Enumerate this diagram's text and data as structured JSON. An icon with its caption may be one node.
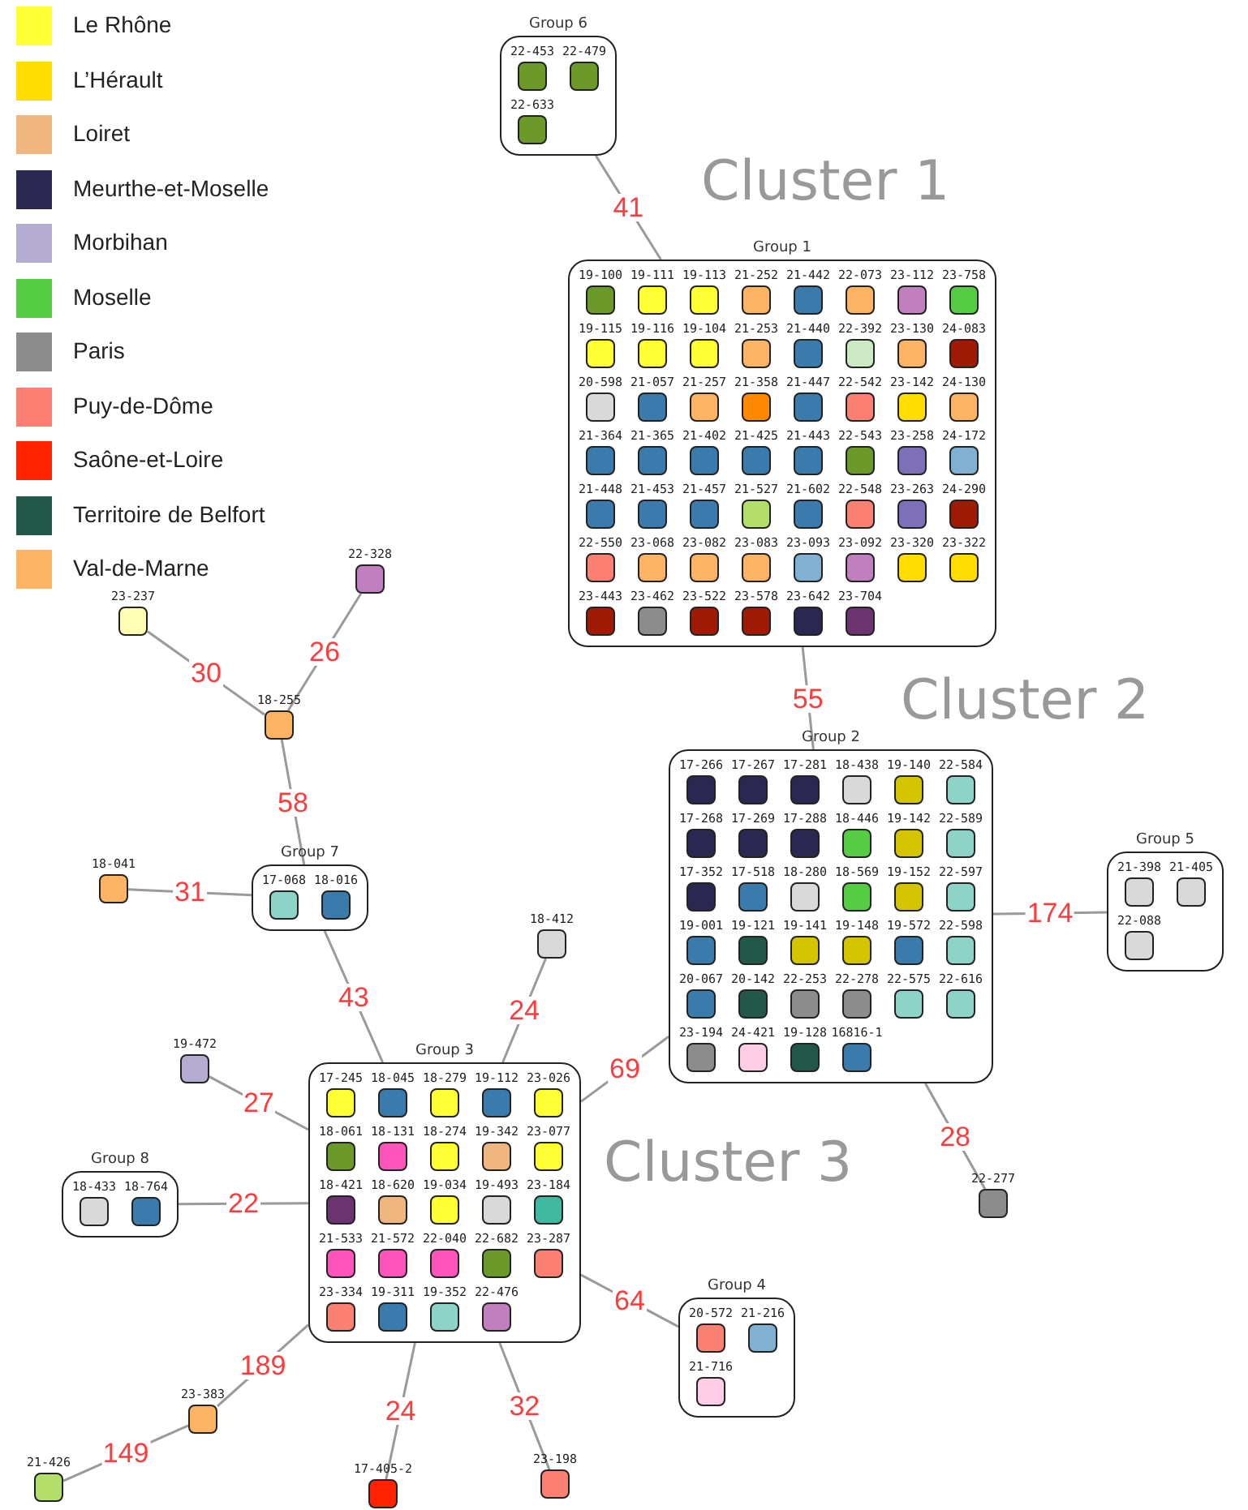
{
  "diagram": {
    "nodes": [
      {
        "text": [
          "Group 6"
        ]
      },
      {
        "text": [
          "22-453"
        ],
        "in": 0
      },
      {
        "text": [
          "22-479"
        ],
        "in": 0
      },
      {
        "text": [
          "22-633"
        ],
        "in": 0
      },
      {
        "text": [
          "Group 1"
        ]
      },
      {
        "text": [
          "19-100"
        ],
        "in": 4
      },
      {
        "text": [
          "19-111"
        ],
        "in": 4
      },
      {
        "text": [
          "19-113"
        ],
        "in": 4
      },
      {
        "text": [
          "21-252"
        ],
        "in": 4
      },
      {
        "text": [
          "21-442"
        ],
        "in": 4
      },
      {
        "text": [
          "22-073"
        ],
        "in": 4
      },
      {
        "text": [
          "23-112"
        ],
        "in": 4
      },
      {
        "text": [
          "23-758"
        ],
        "in": 4
      },
      {
        "text": [
          "19-115"
        ],
        "in": 4
      },
      {
        "text": [
          "19-116"
        ],
        "in": 4
      },
      {
        "text": [
          "19-104"
        ],
        "in": 4
      },
      {
        "text": [
          "21-253"
        ],
        "in": 4
      },
      {
        "text": [
          "21-440"
        ],
        "in": 4
      },
      {
        "text": [
          "22-392"
        ],
        "in": 4
      },
      {
        "text": [
          "23-130"
        ],
        "in": 4
      },
      {
        "text": [
          "24-083"
        ],
        "in": 4
      },
      {
        "text": [
          "20-598"
        ],
        "in": 4
      },
      {
        "text": [
          "21-057"
        ],
        "in": 4
      },
      {
        "text": [
          "21-257"
        ],
        "in": 4
      },
      {
        "text": [
          "21-358"
        ],
        "in": 4
      },
      {
        "text": [
          "21-447"
        ],
        "in": 4
      },
      {
        "text": [
          "22-542"
        ],
        "in": 4
      },
      {
        "text": [
          "23-142"
        ],
        "in": 4
      },
      {
        "text": [
          "24-130"
        ],
        "in": 4
      },
      {
        "text": [
          "21-364"
        ],
        "in": 4
      },
      {
        "text": [
          "21-365"
        ],
        "in": 4
      },
      {
        "text": [
          "21-402"
        ],
        "in": 4
      },
      {
        "text": [
          "21-425"
        ],
        "in": 4
      },
      {
        "text": [
          "21-443"
        ],
        "in": 4
      },
      {
        "text": [
          "22-543"
        ],
        "in": 4
      },
      {
        "text": [
          "23-258"
        ],
        "in": 4
      },
      {
        "text": [
          "24-172"
        ],
        "in": 4
      },
      {
        "text": [
          "21-448"
        ],
        "in": 4
      },
      {
        "text": [
          "21-453"
        ],
        "in": 4
      },
      {
        "text": [
          "21-457"
        ],
        "in": 4
      },
      {
        "text": [
          "21-527"
        ],
        "in": 4
      },
      {
        "text": [
          "21-602"
        ],
        "in": 4
      },
      {
        "text": [
          "22-548"
        ],
        "in": 4
      },
      {
        "text": [
          "23-263"
        ],
        "in": 4
      },
      {
        "text": [
          "24-290"
        ],
        "in": 4
      },
      {
        "text": [
          "22-550"
        ],
        "in": 4
      },
      {
        "text": [
          "23-068"
        ],
        "in": 4
      },
      {
        "text": [
          "23-082"
        ],
        "in": 4
      },
      {
        "text": [
          "23-083"
        ],
        "in": 4
      },
      {
        "text": [
          "23-093"
        ],
        "in": 4
      },
      {
        "text": [
          "23-092"
        ],
        "in": 4
      },
      {
        "text": [
          "23-320"
        ],
        "in": 4
      },
      {
        "text": [
          "23-322"
        ],
        "in": 4
      },
      {
        "text": [
          "23-443"
        ],
        "in": 4
      },
      {
        "text": [
          "23-462"
        ],
        "in": 4
      },
      {
        "text": [
          "23-522"
        ],
        "in": 4
      },
      {
        "text": [
          "23-578"
        ],
        "in": 4
      },
      {
        "text": [
          "23-642"
        ],
        "in": 4
      },
      {
        "text": [
          "23-704"
        ],
        "in": 4
      },
      {
        "text": [
          "22-328"
        ]
      },
      {
        "text": [
          "23-237"
        ]
      },
      {
        "text": [
          "18-255"
        ]
      },
      {
        "text": [
          "Group 2"
        ]
      },
      {
        "text": [
          "17-266"
        ],
        "in": 62
      },
      {
        "text": [
          "17-267"
        ],
        "in": 62
      },
      {
        "text": [
          "17-281"
        ],
        "in": 62
      },
      {
        "text": [
          "18-438"
        ],
        "in": 62
      },
      {
        "text": [
          "19-140"
        ],
        "in": 62
      },
      {
        "text": [
          "22-584"
        ],
        "in": 62
      },
      {
        "text": [
          "17-268"
        ],
        "in": 62
      },
      {
        "text": [
          "17-269"
        ],
        "in": 62
      },
      {
        "text": [
          "17-288"
        ],
        "in": 62
      },
      {
        "text": [
          "18-446"
        ],
        "in": 62
      },
      {
        "text": [
          "19-142"
        ],
        "in": 62
      },
      {
        "text": [
          "22-589"
        ],
        "in": 62
      },
      {
        "text": [
          "17-352"
        ],
        "in": 62
      },
      {
        "text": [
          "17-518"
        ],
        "in": 62
      },
      {
        "text": [
          "18-280"
        ],
        "in": 62
      },
      {
        "text": [
          "18-569"
        ],
        "in": 62
      },
      {
        "text": [
          "19-152"
        ],
        "in": 62
      },
      {
        "text": [
          "22-597"
        ],
        "in": 62
      },
      {
        "text": [
          "19-001"
        ],
        "in": 62
      },
      {
        "text": [
          "19-121"
        ],
        "in": 62
      },
      {
        "text": [
          "19-141"
        ],
        "in": 62
      },
      {
        "text": [
          "19-148"
        ],
        "in": 62
      },
      {
        "text": [
          "19-572"
        ],
        "in": 62
      },
      {
        "text": [
          "22-598"
        ],
        "in": 62
      },
      {
        "text": [
          "20-067"
        ],
        "in": 62
      },
      {
        "text": [
          "20-142"
        ],
        "in": 62
      },
      {
        "text": [
          "22-253"
        ],
        "in": 62
      },
      {
        "text": [
          "22-278"
        ],
        "in": 62
      },
      {
        "text": [
          "22-575"
        ],
        "in": 62
      },
      {
        "text": [
          "22-616"
        ],
        "in": 62
      },
      {
        "text": [
          "23-194"
        ],
        "in": 62
      },
      {
        "text": [
          "24-421"
        ],
        "in": 62
      },
      {
        "text": [
          "19-128"
        ],
        "in": 62
      },
      {
        "text": [
          "16816-1"
        ],
        "in": 62
      },
      {
        "text": [
          "Group 5"
        ]
      },
      {
        "text": [
          "21-398"
        ],
        "in": 97
      },
      {
        "text": [
          "21-405"
        ],
        "in": 97
      },
      {
        "text": [
          "22-088"
        ],
        "in": 97
      },
      {
        "text": [
          "18-041"
        ]
      },
      {
        "text": [
          "Group 7"
        ]
      },
      {
        "text": [
          "17-068"
        ],
        "in": 102
      },
      {
        "text": [
          "18-016"
        ],
        "in": 102
      },
      {
        "text": [
          "18-412"
        ]
      },
      {
        "text": [
          "19-472"
        ]
      },
      {
        "text": [
          "Group 8"
        ]
      },
      {
        "text": [
          "18-433"
        ],
        "in": 107
      },
      {
        "text": [
          "18-764"
        ],
        "in": 107
      },
      {
        "text": [
          "Group 3"
        ]
      },
      {
        "text": [
          "17-245"
        ],
        "in": 110
      },
      {
        "text": [
          "18-045"
        ],
        "in": 110
      },
      {
        "text": [
          "18-279"
        ],
        "in": 110
      },
      {
        "text": [
          "19-112"
        ],
        "in": 110
      },
      {
        "text": [
          "23-026"
        ],
        "in": 110
      },
      {
        "text": [
          "18-061"
        ],
        "in": 110
      },
      {
        "text": [
          "18-131"
        ],
        "in": 110
      },
      {
        "text": [
          "18-274"
        ],
        "in": 110
      },
      {
        "text": [
          "19-342"
        ],
        "in": 110
      },
      {
        "text": [
          "23-077"
        ],
        "in": 110
      },
      {
        "text": [
          "18-421"
        ],
        "in": 110
      },
      {
        "text": [
          "18-620"
        ],
        "in": 110
      },
      {
        "text": [
          "19-034"
        ],
        "in": 110
      },
      {
        "text": [
          "19-493"
        ],
        "in": 110
      },
      {
        "text": [
          "23-184"
        ],
        "in": 110
      },
      {
        "text": [
          "21-533"
        ],
        "in": 110
      },
      {
        "text": [
          "21-572"
        ],
        "in": 110
      },
      {
        "text": [
          "22-040"
        ],
        "in": 110
      },
      {
        "text": [
          "22-682"
        ],
        "in": 110
      },
      {
        "text": [
          "23-287"
        ],
        "in": 110
      },
      {
        "text": [
          "23-334"
        ],
        "in": 110
      },
      {
        "text": [
          "19-311"
        ],
        "in": 110
      },
      {
        "text": [
          "19-352"
        ],
        "in": 110
      },
      {
        "text": [
          "22-476"
        ],
        "in": 110
      },
      {
        "text": [
          "22-277"
        ]
      },
      {
        "text": [
          "Group 4"
        ]
      },
      {
        "text": [
          "20-572"
        ],
        "in": 136
      },
      {
        "text": [
          "21-216"
        ],
        "in": 136
      },
      {
        "text": [
          "21-716"
        ],
        "in": 136
      },
      {
        "text": [
          "23-383"
        ]
      },
      {
        "text": [
          "21-426"
        ]
      },
      {
        "text": [
          "17-405-2"
        ]
      },
      {
        "text": [
          "23-198"
        ]
      }
    ],
    "edges": [
      {
        "from": 0,
        "to": 4,
        "arrow": "none",
        "label": "41"
      },
      {
        "from": 4,
        "to": 62,
        "arrow": "none",
        "label": "55"
      },
      {
        "from": 62,
        "to": 97,
        "arrow": "none",
        "label": "174"
      },
      {
        "from": 62,
        "to": 135,
        "arrow": "none",
        "label": "28"
      },
      {
        "from": 62,
        "to": 110,
        "arrow": "none",
        "label": "69"
      },
      {
        "from": 110,
        "to": 136,
        "arrow": "none",
        "label": "64"
      },
      {
        "from": 110,
        "to": 143,
        "arrow": "none",
        "label": "32"
      },
      {
        "from": 110,
        "to": 142,
        "arrow": "none",
        "label": "24"
      },
      {
        "from": 110,
        "to": 140,
        "arrow": "none",
        "label": "189"
      },
      {
        "from": 140,
        "to": 141,
        "arrow": "none",
        "label": "149"
      },
      {
        "from": 110,
        "to": 107,
        "arrow": "none",
        "label": "22"
      },
      {
        "from": 110,
        "to": 106,
        "arrow": "none",
        "label": "27"
      },
      {
        "from": 110,
        "to": 105,
        "arrow": "none",
        "label": "24"
      },
      {
        "from": 110,
        "to": 102,
        "arrow": "none",
        "label": "43"
      },
      {
        "from": 102,
        "to": 101,
        "arrow": "none",
        "label": "31"
      },
      {
        "from": 102,
        "to": 61,
        "arrow": "none",
        "label": "58"
      },
      {
        "from": 61,
        "to": 60,
        "arrow": "none",
        "label": "30"
      },
      {
        "from": 61,
        "to": 59,
        "arrow": "none",
        "label": "26"
      }
    ],
    "labels": [
      "Cluster 1",
      "Cluster 2",
      "Cluster 3"
    ],
    "legend": [
      {
        "text": "Le Rhône",
        "color": "#ffff33"
      },
      {
        "text": "L’Hérault",
        "color": "#ffdd00"
      },
      {
        "text": "Loiret",
        "color": "#f0b67f"
      },
      {
        "text": "Meurthe-et-Moselle",
        "color": "#2a2850"
      },
      {
        "text": "Morbihan",
        "color": "#b3acd0"
      },
      {
        "text": "Moselle",
        "color": "#55cc44"
      },
      {
        "text": "Paris",
        "color": "#8c8c8c"
      },
      {
        "text": "Puy-de-Dôme",
        "color": "#fb8072"
      },
      {
        "text": "Saône-et-Loire",
        "color": "#ff2200"
      },
      {
        "text": "Territoire de Belfort",
        "color": "#22584a"
      },
      {
        "text": "Val-de-Marne",
        "color": "#fdb462"
      }
    ]
  }
}
